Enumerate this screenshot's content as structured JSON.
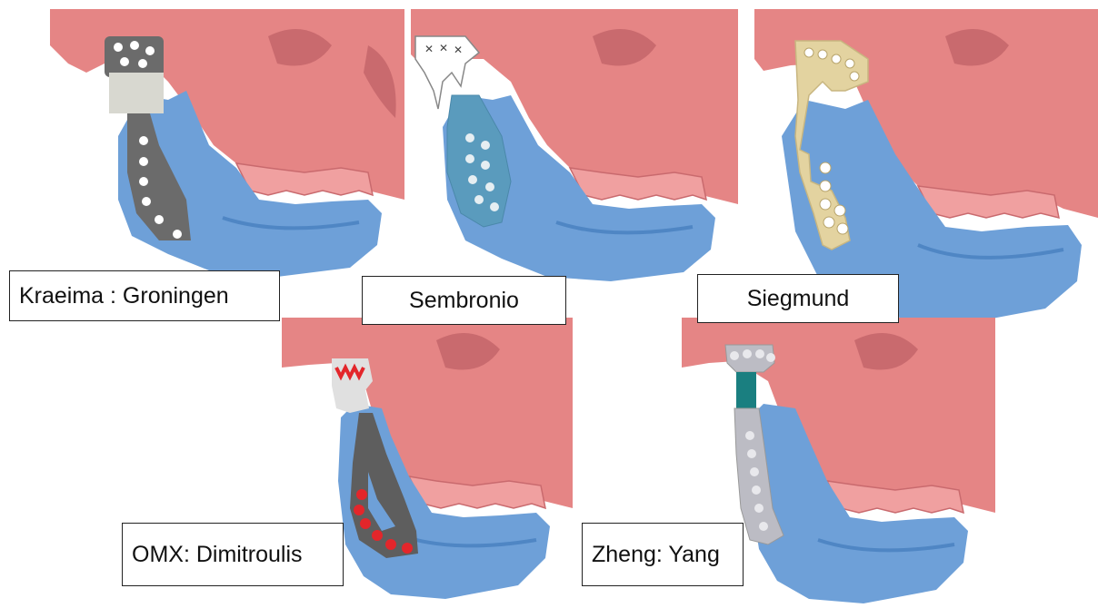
{
  "colors": {
    "skull": "#e58585",
    "skull_shade": "#c96a6e",
    "mandible": "#6ea0d8",
    "mandible_shade": "#4f86c4",
    "teeth": "#f0a0a0"
  },
  "panels": [
    {
      "label": "Kraeima : Groningen",
      "implant_color": "#6b6b6b",
      "fossa_color": "#d8d8d0",
      "screw_color": "#ffffff",
      "icon": "dark-grey-plate-icon"
    },
    {
      "label": "Sembronio",
      "implant_color": "#5a9bbd",
      "fossa_color": "#ffffff",
      "screw_color": "#e6eef2",
      "icon": "blue-plate-icon"
    },
    {
      "label": "Siegmund",
      "implant_color": "#e3d3a0",
      "fossa_color": "#e8d9a8",
      "screw_color": "#ffffff",
      "icon": "gold-plate-icon"
    },
    {
      "label": "OMX: Dimitroulis",
      "implant_color": "#5e5e5e",
      "fossa_color": "#e0e0e0",
      "screw_color": "#e3262b",
      "icon": "grey-red-plate-icon"
    },
    {
      "label": "Zheng: Yang",
      "implant_color": "#bcbcc4",
      "fossa_color": "#bcbcc4",
      "screw_color": "#e8e8ec",
      "icon": "silver-plate-icon"
    }
  ]
}
